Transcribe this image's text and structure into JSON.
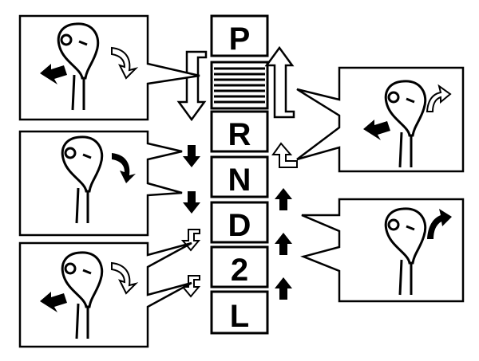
{
  "gears": [
    "P",
    "R",
    "N",
    "D",
    "2",
    "L"
  ],
  "colors": {
    "ink": "#000000",
    "paper": "#ffffff"
  }
}
